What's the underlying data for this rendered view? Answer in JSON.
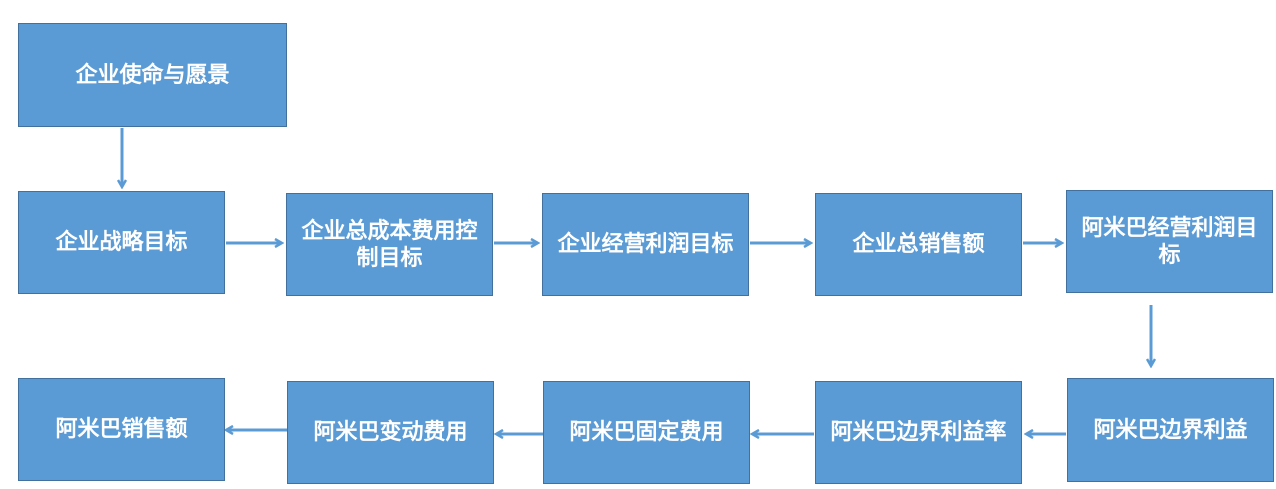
{
  "colors": {
    "box_fill": "#5b9bd5",
    "box_border": "#41719c",
    "arrow": "#5b9bd5",
    "text": "#ffffff"
  },
  "nodes": {
    "mission": "企业使命与愿景",
    "strategy": "企业战略目标",
    "cost": "企业总成本费用控制目标",
    "profit": "企业经营利润目标",
    "sales": "企业总销售额",
    "amoeba_profit": "阿米巴经营利润目标",
    "margin": "阿米巴边界利益",
    "margin_rate": "阿米巴边界利益率",
    "fixed_cost": "阿米巴固定费用",
    "variable_cost": "阿米巴变动费用",
    "amoeba_sales": "阿米巴销售额"
  }
}
